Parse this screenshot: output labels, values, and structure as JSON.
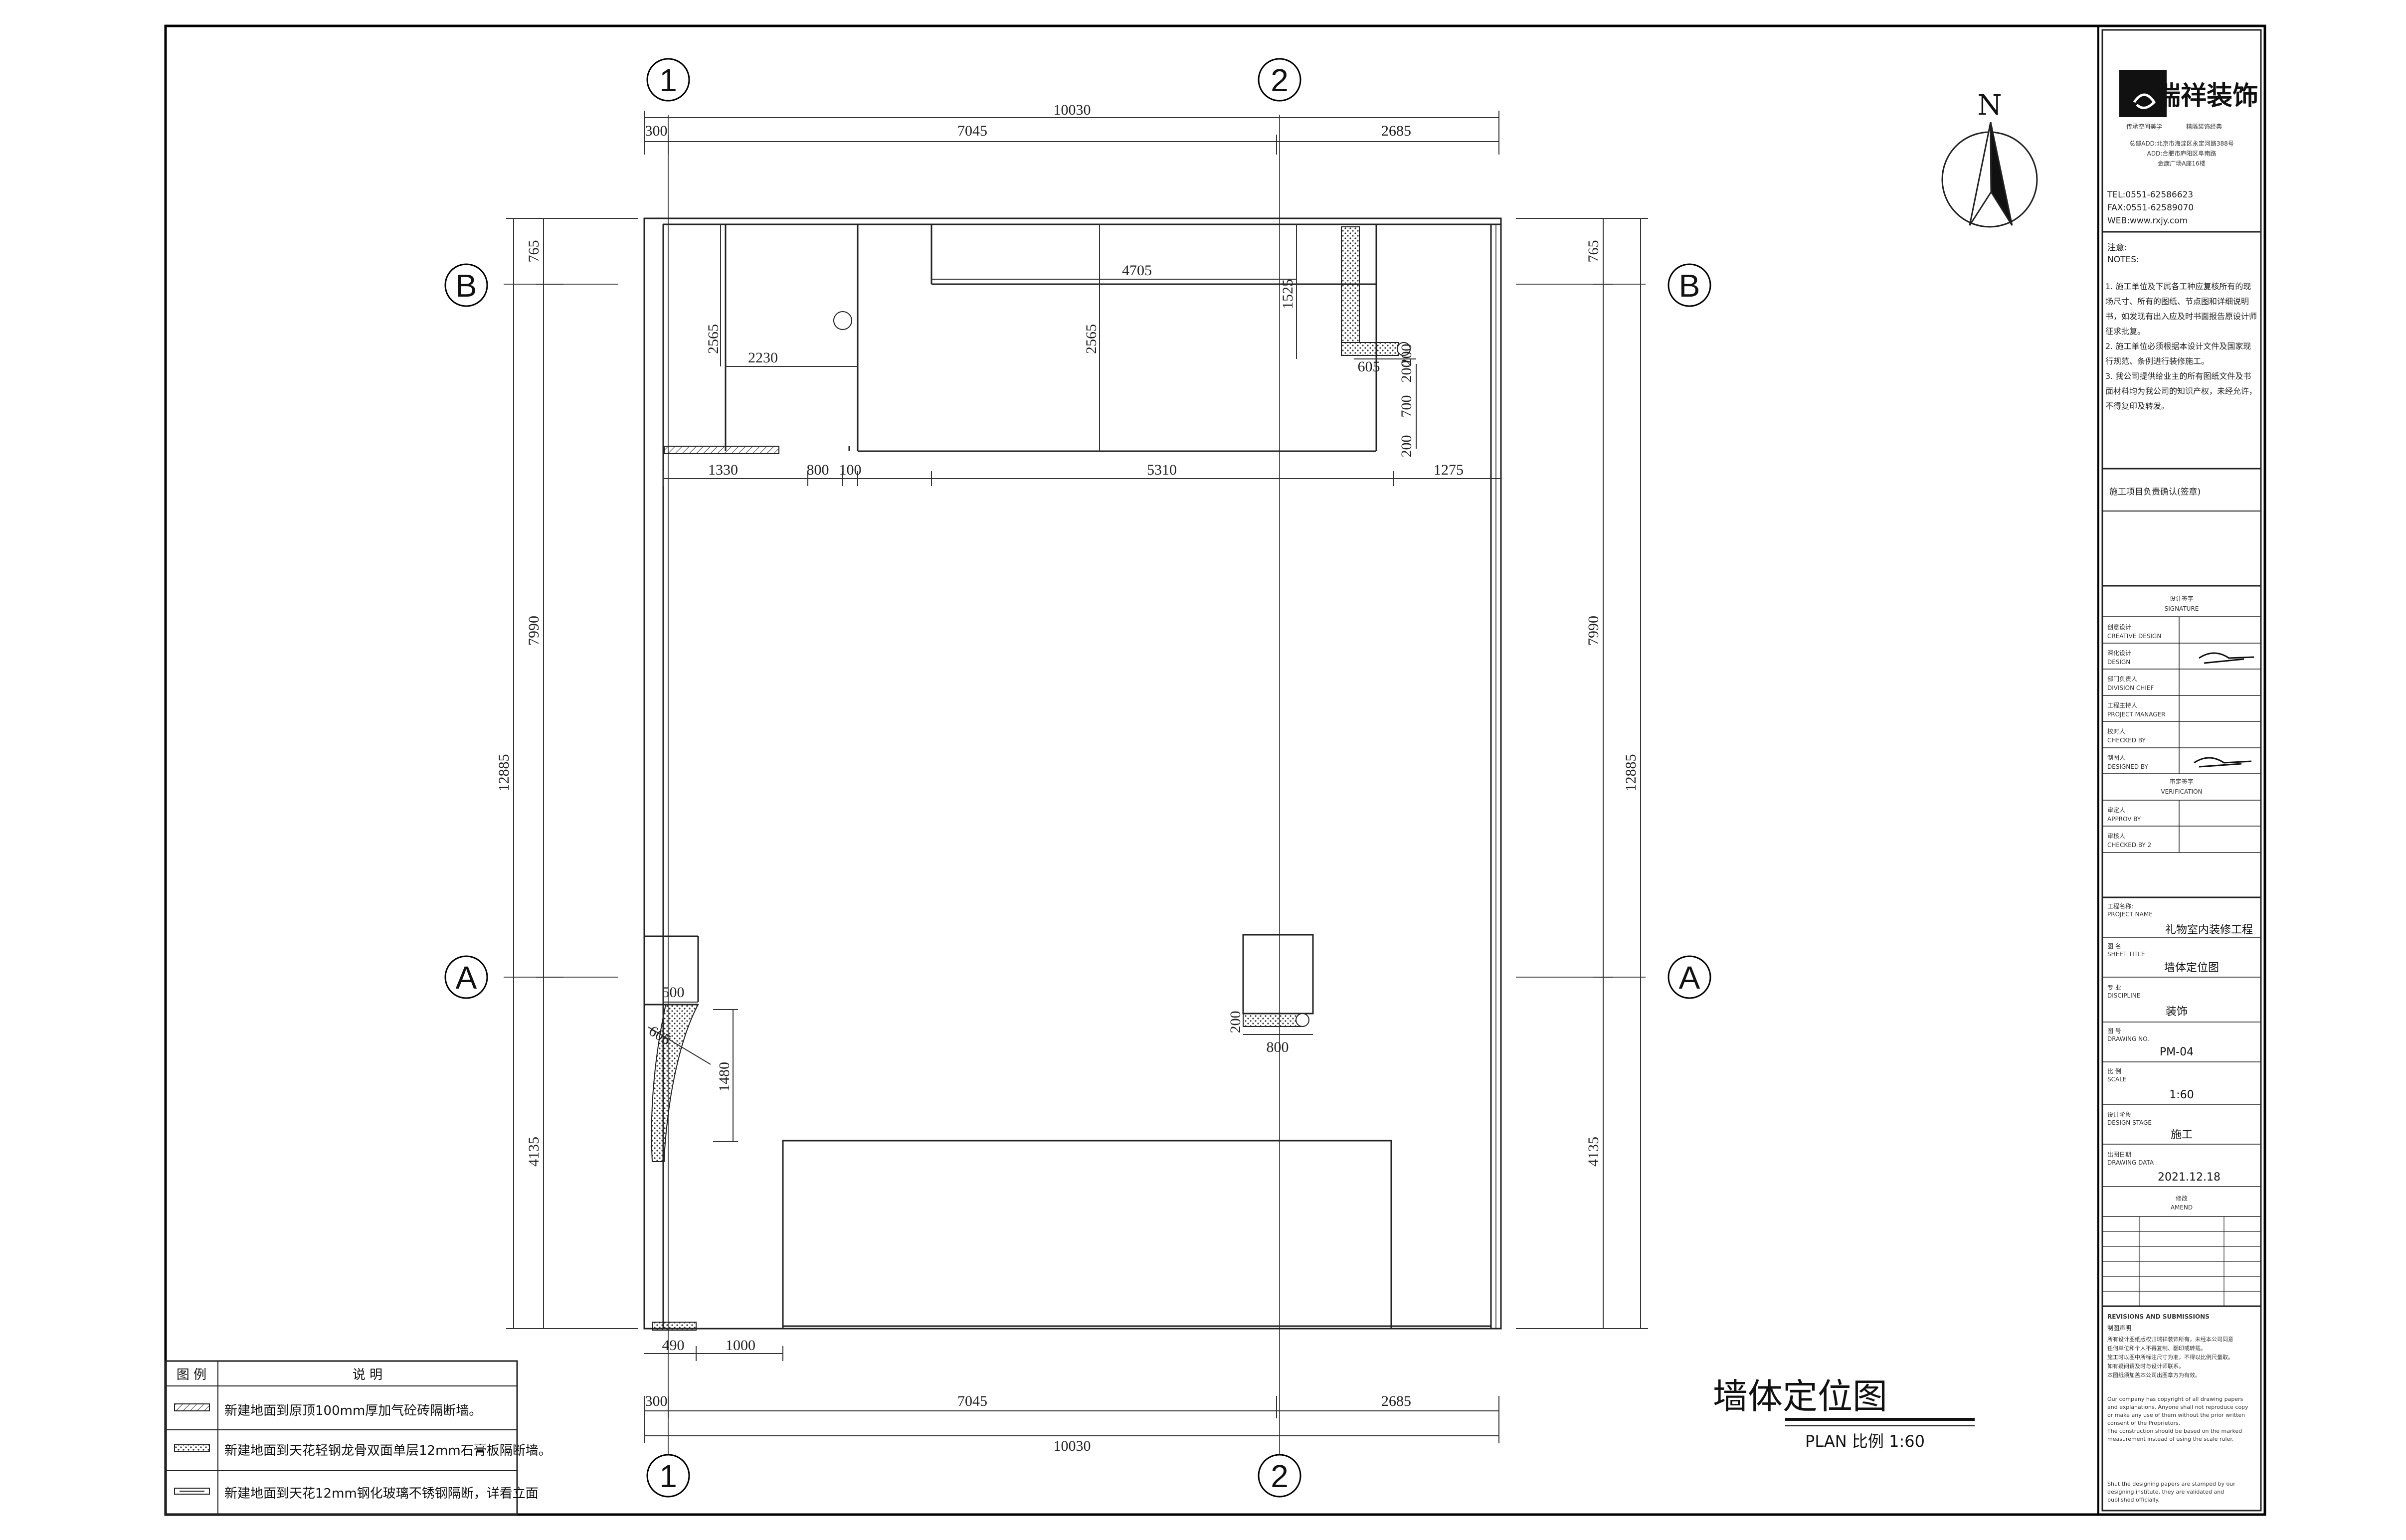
{
  "axes": {
    "col1": "1",
    "col2": "2",
    "rowA": "A",
    "rowB": "B"
  },
  "dims": {
    "top_total": "10030",
    "top_300": "300",
    "top_7045": "7045",
    "top_2685": "2685",
    "bot_300": "300",
    "bot_7045": "7045",
    "bot_2685": "2685",
    "bot_total": "10030",
    "left_765": "765",
    "left_7990": "7990",
    "left_12885": "12885",
    "left_4135": "4135",
    "right_765": "765",
    "right_7990": "7990",
    "right_12885": "12885",
    "right_4135": "4135",
    "in_1330": "1330",
    "in_800": "800",
    "in_100": "100",
    "in_5310": "5310",
    "in_1275": "1275",
    "in_2565a": "2565",
    "in_2230": "2230",
    "in_4705": "4705",
    "in_2565b": "2565",
    "in_1525": "1525",
    "in_605": "605",
    "in_200a": "200",
    "in_200b": "200",
    "in_700": "700",
    "in_200c": "200",
    "in_500": "500",
    "in_605b": "605",
    "in_1480": "1480",
    "in_200d": "200",
    "in_800b": "800",
    "in_490": "490",
    "in_1000": "1000"
  },
  "north": "N",
  "title": {
    "main": "墙体定位图",
    "sub": "PLAN 比例 1:60"
  },
  "legend": {
    "col_icon": "图 例",
    "col_desc": "说 明",
    "row1": "新建地面到原顶100mm厚加气砼砖隔断墙。",
    "row2": "新建地面到天花轻钢龙骨双面单层12mm石膏板隔断墙。",
    "row3": "新建地面到天花12mm钢化玻璃不锈钢隔断，详看立面"
  },
  "titleblock": {
    "logo_cn": "瑞祥装饰",
    "logo_sub1": "传承空间美学",
    "logo_sub2": "精雕装饰经典",
    "addr1": "总部ADD:北京市海淀区永定河路388号",
    "addr2": "ADD:合肥市庐阳区阜南路",
    "addr3": "金康广场A座16楼",
    "tel": "TEL:0551-62586623",
    "fax": "FAX:0551-62589070",
    "web": "WEB:www.rxjy.com",
    "notes_cn": "注意:",
    "notes_en": "NOTES:",
    "note1": "1. 施工单位及下属各工种应复核所有的现场尺寸、所有的图纸、节点图和详细说明书，如发现有出入应及时书面报告原设计师征求批复。",
    "note2": "2. 施工单位必须根据本设计文件及国家现行规范、条例进行装修施工。",
    "note3": "3. 我公司提供给业主的所有图纸文件及书面材料均为我公司的知识产权，未经允许，不得复印及转发。",
    "confirm": "施工项目负责确认(签章)",
    "sig_cn": "设计签字",
    "sig_en": "SIGNATURE",
    "r1_cn": "创意设计",
    "r1_en": "CREATIVE DESIGN",
    "r2_cn": "深化设计",
    "r2_en": "DESIGN",
    "r3_cn": "部门负责人",
    "r3_en": "DIVISION CHIEF",
    "r4_cn": "工程主持人",
    "r4_en": "PROJECT MANAGER",
    "r5_cn": "校对人",
    "r5_en": "CHECKED BY",
    "r6_cn": "制图人",
    "r6_en": "DESIGNED BY",
    "ver_cn": "审定签字",
    "ver_en": "VERIFICATION",
    "r7_cn": "审定人",
    "r7_en": "APPROV BY",
    "r8_cn": "审核人",
    "r8_en": "CHECKED BY 2",
    "proj_cn": "工程名称:",
    "proj_en": "PROJECT NAME",
    "proj_val": "礼物室内装修工程",
    "sheet_cn": "图 名",
    "sheet_en": "SHEET TITLE",
    "sheet_val": "墙体定位图",
    "disc_cn": "专 业",
    "disc_en": "DISCIPLINE",
    "disc_val": "装饰",
    "dwg_cn": "图 号",
    "dwg_en": "DRAWING NO.",
    "dwg_val": "PM-04",
    "scale_cn": "比 例",
    "scale_en": "SCALE",
    "scale_val": "1:60",
    "stage_cn": "设计阶段",
    "stage_en": "DESIGN STAGE",
    "stage_val": "施工",
    "date_cn": "出图日期",
    "date_en": "DRAWING DATA",
    "date_val": "2021.12.18",
    "amend_cn": "修改",
    "amend_en": "AMEND",
    "rev_title": "REVISIONS AND SUBMISSIONS",
    "rev_cn": "制图声明",
    "rev_l1": "所有设计图纸版权归瑞祥装饰所有，未经本公司同意",
    "rev_l2": "任何单位和个人不得复制、翻印或转载。",
    "rev_l3": "施工时以图中所标注尺寸为准，不得以比例尺量取。",
    "rev_l4": "如有疑问请及时与设计师联系。",
    "rev_l5": "本图纸须加盖本公司出图章方为有效。",
    "rev_e1": "Our company has copyright of all drawing papers",
    "rev_e2": "and explanations. Anyone shall not reproduce copy",
    "rev_e3": "or make any use of them without the prior written",
    "rev_e4": "consent of the Proprietors.",
    "rev_e5": "The construction should be based on the marked",
    "rev_e6": "measurement instead of using the scale ruler.",
    "rev_e7": "Shut the designing papers are stamped by our",
    "rev_e8": "designing institute, they are validated and",
    "rev_e9": "published officially."
  }
}
